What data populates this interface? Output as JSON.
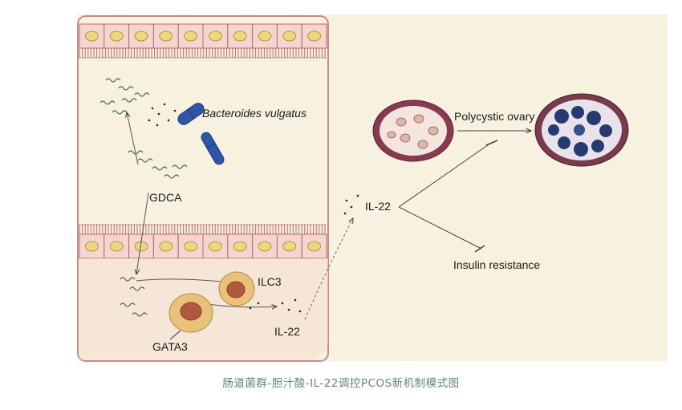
{
  "labels": {
    "bacteria": "Bacteroides vulgatus",
    "gdca": "GDCA",
    "ilc3": "ILC3",
    "gata3": "GATA3",
    "il22_lower": "IL-22",
    "il22_mid": "IL-22",
    "polycystic_ovary": "Polycystic ovary",
    "insulin_resistance": "Insulin resistance"
  },
  "caption": "肠道菌群-胆汁酸-IL-22调控PCOS新机制模式图",
  "colors": {
    "panel_bg": "#f7f2df",
    "tissue_pink": "#f3d6cf",
    "cell_border": "#b9686b",
    "nucleus": "#efd67a",
    "bacteria_blue": "#2f55a8",
    "ovary_dark": "#7a3a4e",
    "follicle_blue": "#253b72",
    "caption_green": "#5f8a6e"
  }
}
